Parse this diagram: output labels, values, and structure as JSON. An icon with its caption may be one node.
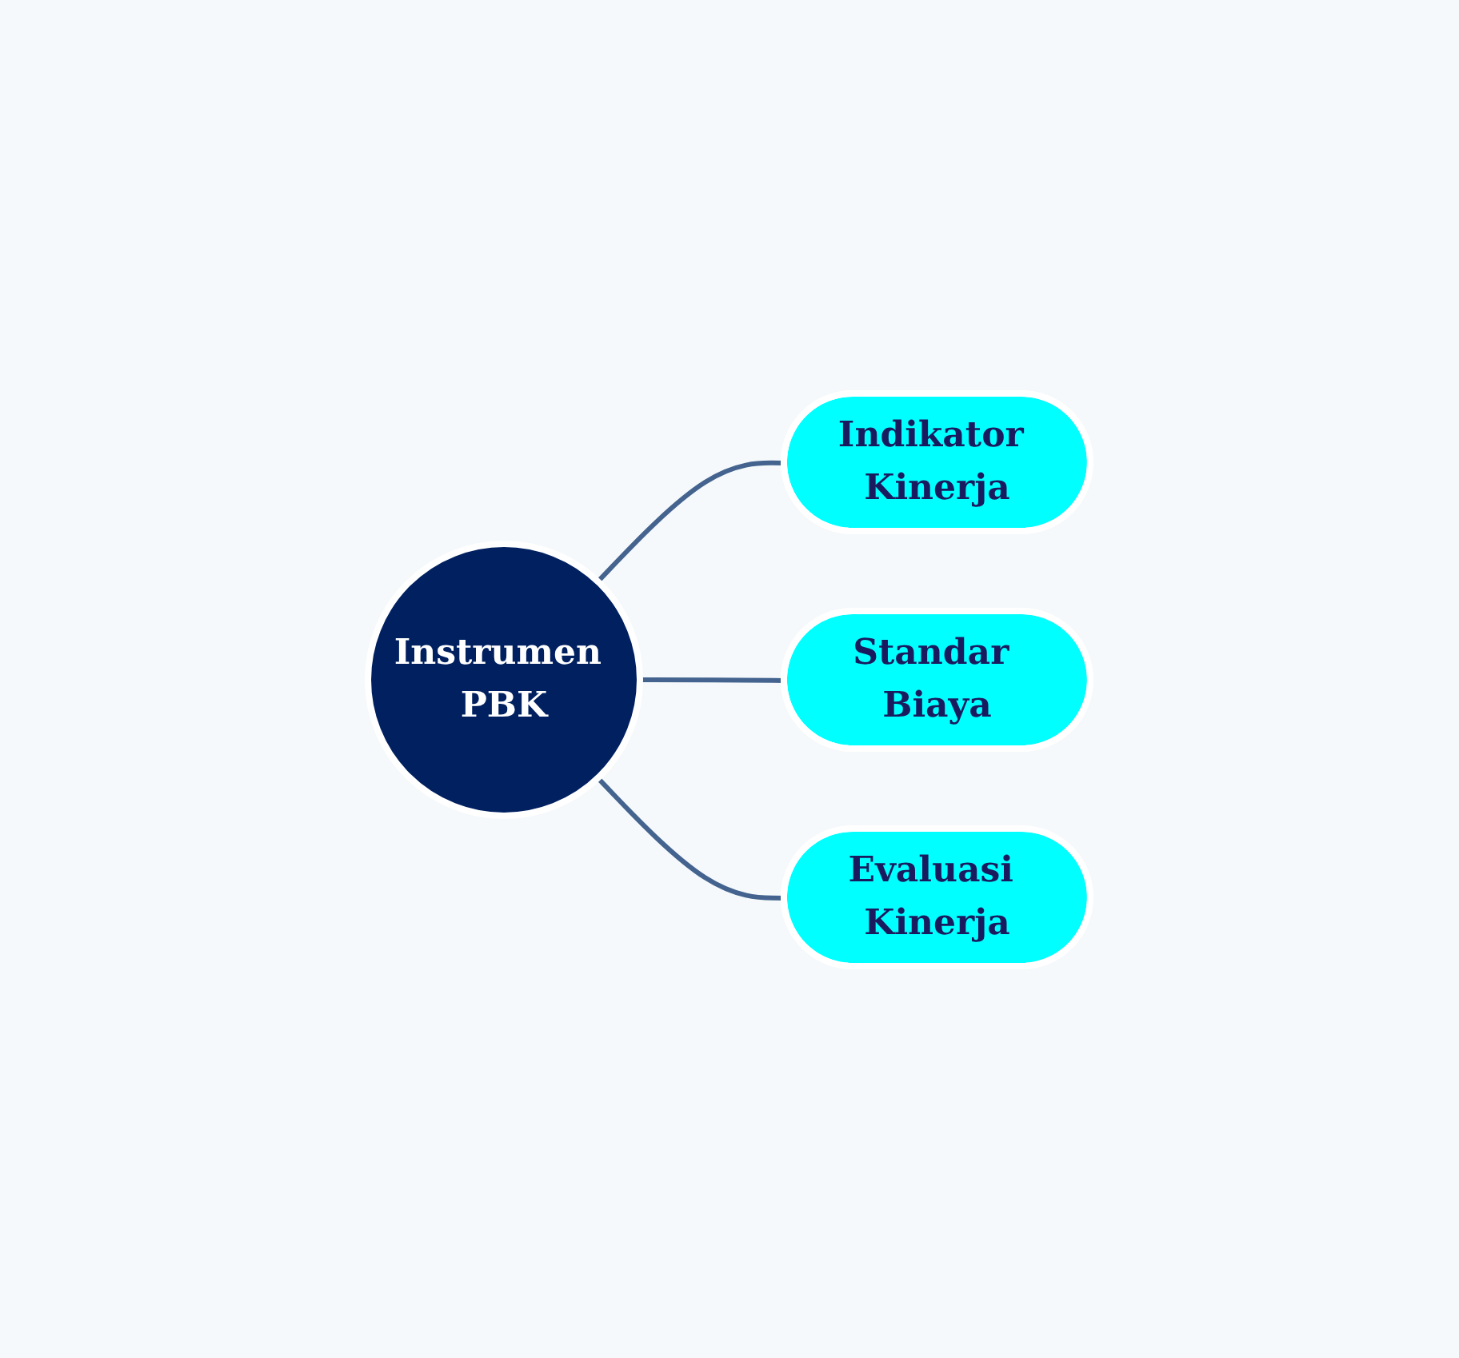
{
  "diagram": {
    "nodes": [
      {
        "text": [
          "Instrumen PBK"
        ]
      },
      {
        "text": [
          "Indikator Kinerja"
        ]
      },
      {
        "text": [
          "Standar Biaya"
        ]
      },
      {
        "text": [
          "Evaluasi Kinerja"
        ]
      }
    ],
    "edges": [
      {
        "from": 0,
        "to": 1,
        "arrow": "none"
      },
      {
        "from": 0,
        "to": 2,
        "arrow": "none"
      },
      {
        "from": 0,
        "to": 3,
        "arrow": "none"
      }
    ]
  }
}
